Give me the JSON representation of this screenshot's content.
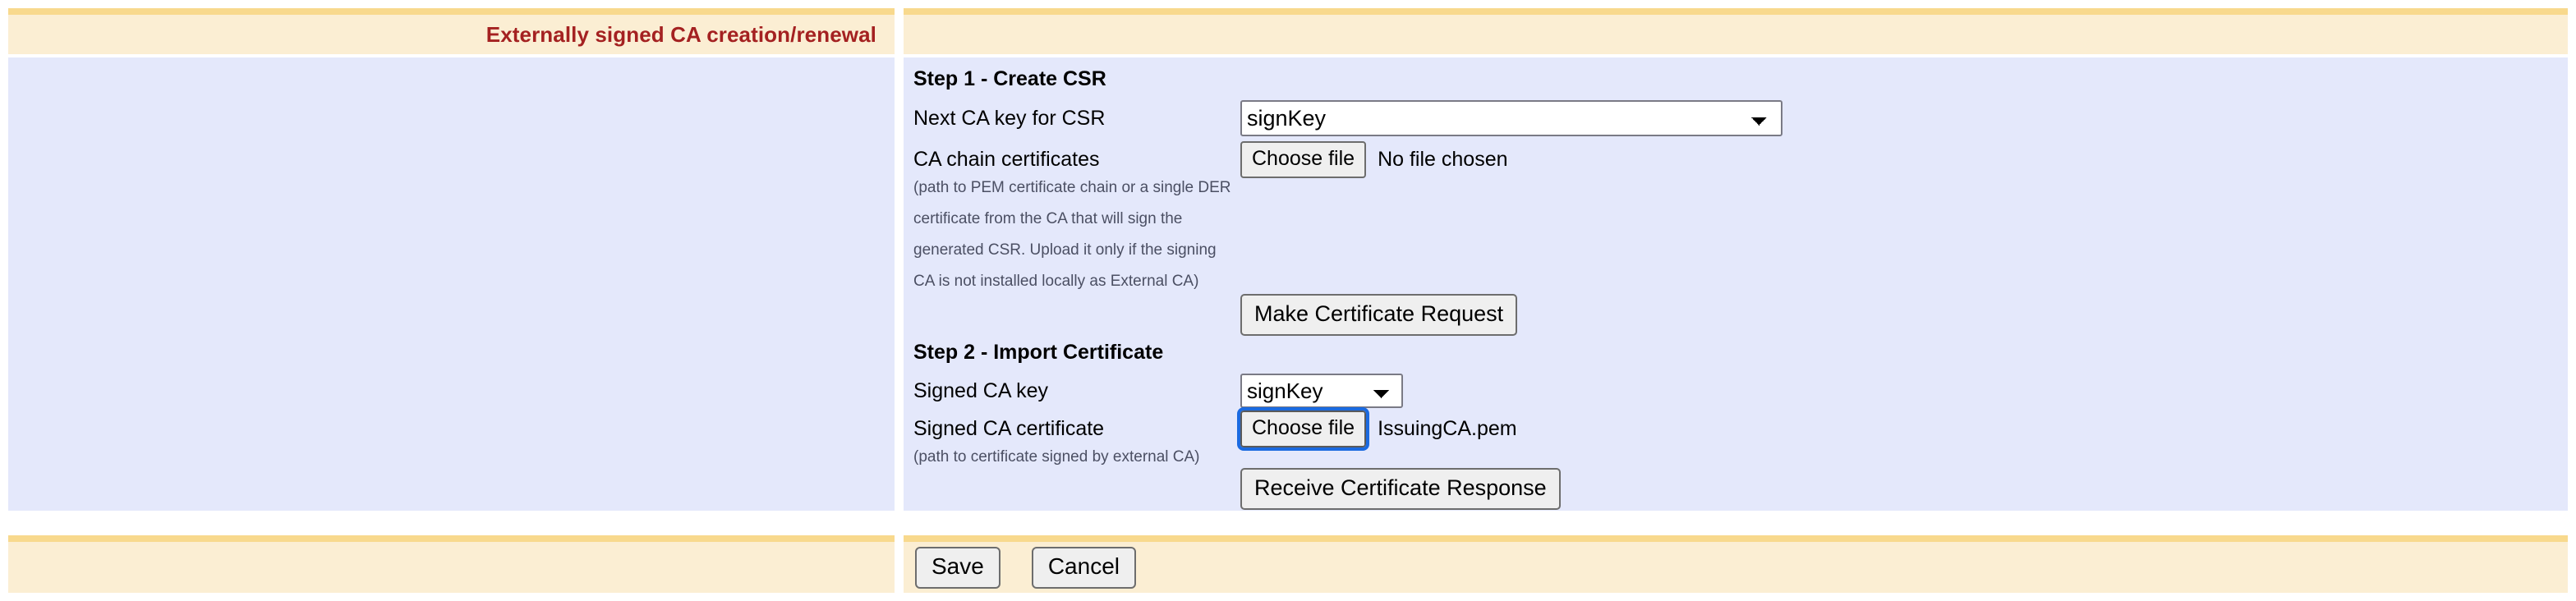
{
  "header": {
    "title": "Externally signed CA creation/renewal",
    "title_color": "#a42121",
    "bar_color": "#fbeed3",
    "accent_color": "#f8d98d"
  },
  "panel": {
    "background_color": "#e4e8fb"
  },
  "step1": {
    "heading": "Step 1 - Create CSR",
    "next_ca_key_label": "Next CA key for CSR",
    "next_ca_key_value": "signKey",
    "next_ca_key_options": [
      "signKey"
    ],
    "ca_chain_label": "CA chain certificates",
    "ca_chain_button": "Choose file",
    "ca_chain_status": "No file chosen",
    "ca_chain_hint_lines": [
      "(path to PEM certificate chain or a single DER",
      "certificate from the CA that will sign the",
      "generated CSR. Upload it only if the signing",
      "CA is not installed locally as External CA)"
    ],
    "make_request_button": "Make Certificate Request"
  },
  "step2": {
    "heading": "Step 2 - Import Certificate",
    "signed_ca_key_label": "Signed CA key",
    "signed_ca_key_value": "signKey",
    "signed_ca_key_options": [
      "signKey"
    ],
    "signed_ca_cert_label": "Signed CA certificate",
    "signed_ca_cert_button": "Choose file",
    "signed_ca_cert_filename": "IssuingCA.pem",
    "signed_ca_cert_focus_color": "#1b6ae0",
    "signed_ca_cert_hint": "(path to certificate signed by external CA)",
    "receive_response_button": "Receive Certificate Response"
  },
  "footer": {
    "save_label": "Save",
    "cancel_label": "Cancel"
  }
}
